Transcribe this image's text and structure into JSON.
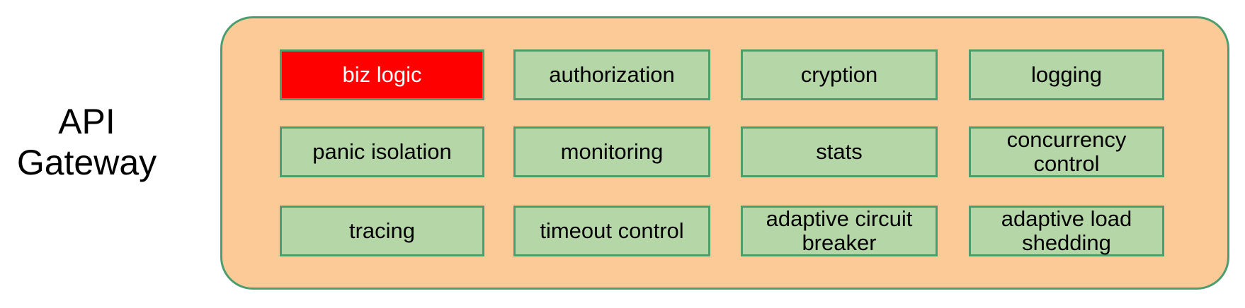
{
  "diagram": {
    "label": {
      "text": "API\nGateway"
    },
    "container": {
      "name": "api-gateway-container",
      "fill_color": "#fbca97",
      "border_color": "#4d9e6f"
    },
    "box_colors": {
      "fill": "#b5d6a7",
      "border": "#4d9e6f",
      "highlight_fill": "#fe0000",
      "highlight_text": "#ffffff",
      "text": "#000000"
    },
    "rows": [
      {
        "boxes": [
          {
            "label": "biz logic",
            "highlighted": true
          },
          {
            "label": "authorization",
            "highlighted": false
          },
          {
            "label": "cryption",
            "highlighted": false
          },
          {
            "label": "logging",
            "highlighted": false
          }
        ]
      },
      {
        "boxes": [
          {
            "label": "panic isolation",
            "highlighted": false
          },
          {
            "label": "monitoring",
            "highlighted": false
          },
          {
            "label": "stats",
            "highlighted": false
          },
          {
            "label": "concurrency\ncontrol",
            "highlighted": false
          }
        ]
      },
      {
        "boxes": [
          {
            "label": "tracing",
            "highlighted": false
          },
          {
            "label": "timeout control",
            "highlighted": false
          },
          {
            "label": "adaptive circuit\nbreaker",
            "highlighted": false
          },
          {
            "label": "adaptive load\nshedding",
            "highlighted": false
          }
        ]
      }
    ]
  }
}
